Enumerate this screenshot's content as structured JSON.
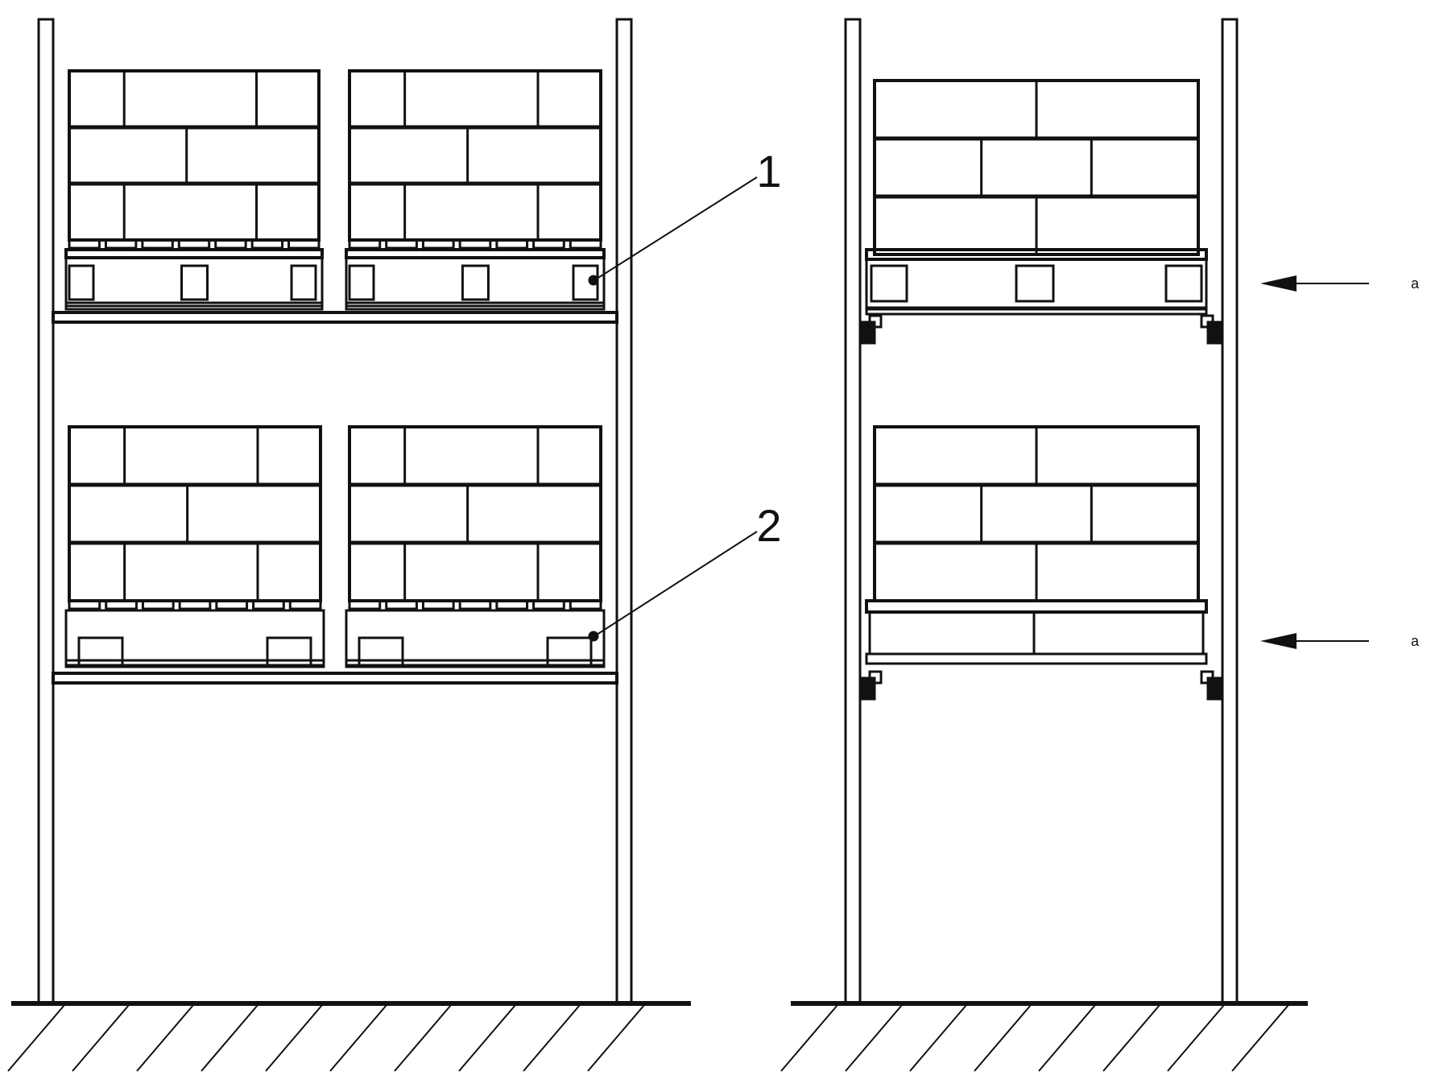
{
  "labels": {
    "callout_1": "1",
    "callout_2": "2",
    "arrow_upper": "a",
    "arrow_lower": "a"
  },
  "colors": {
    "line": "#111111",
    "background": "#ffffff"
  }
}
